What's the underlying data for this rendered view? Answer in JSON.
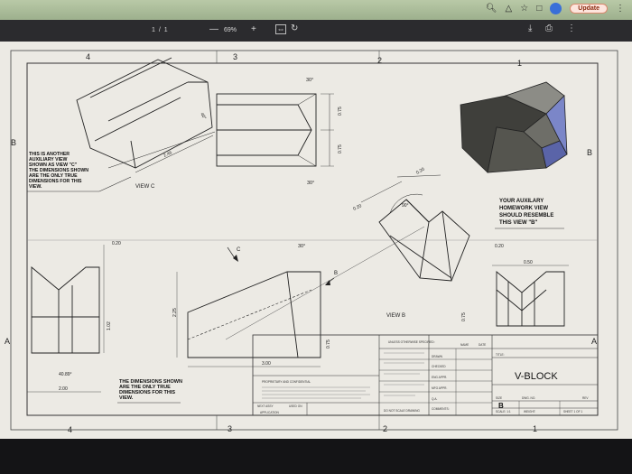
{
  "browser": {
    "update_label": "Update"
  },
  "pdf_toolbar": {
    "page_indicator": "1 / 1",
    "zoom": "69%",
    "minus": "—",
    "plus": "+"
  },
  "drawing": {
    "zone_numbers_top": [
      "4",
      "3",
      "2",
      "1"
    ],
    "zone_numbers_bottom": [
      "4",
      "3",
      "2",
      "1"
    ],
    "zone_letters_left": [
      "B",
      "A"
    ],
    "zone_letters_right": [
      "B",
      "A"
    ],
    "note_view_c": [
      "THIS IS ANOTHER",
      "AUXILIARY VIEW",
      "SHOWN AS VIEW \"C\"",
      "THE DIMENSIONS SHOWN",
      "ARE THE ONLY TRUE",
      "DIMENSIONS FOR THIS",
      "VIEW."
    ],
    "view_c_label": "VIEW C",
    "note_homework": [
      "YOUR AUXILARY",
      "HOMEWORK VIEW",
      "SHOULD RESEMBLE",
      "THIS VIEW \"B\""
    ],
    "note_bottom": [
      "THE DIMENSIONS SHOWN",
      "ARE THE ONLY TRUE",
      "DIMENSIONS FOR THIS",
      "VIEW."
    ],
    "view_b_label": "VIEW B",
    "arrow_c": "C",
    "arrow_b": "B",
    "dims": {
      "d_30_top": "30°",
      "d_075_a": "0.75",
      "d_075_b": "0.75",
      "d_30_mid": "30°",
      "d_246": "2.46",
      "d_020_a": "0.20",
      "d_020_b": "0.20",
      "d_020_c": "0.20",
      "d_90": "90°",
      "d_020_left": "0.20",
      "d_30_front": "30°",
      "d_225": "2.25",
      "d_300": "3.00",
      "d_075_front": "0.75",
      "d_102": "1.02",
      "d_4089": "40.89°",
      "d_200": "2.00",
      "d_050": "0.50",
      "d_075_right": "0.75",
      "d_40_view_c": "40°"
    },
    "title_block": {
      "title": "V-BLOCK",
      "size": "B",
      "size_label": "SIZE",
      "dwg_no_label": "DWG. NO.",
      "rev_label": "REV",
      "scale_label": "SCALE: 1:1",
      "weight_label": "WEIGHT:",
      "sheet_label": "SHEET 1 OF 1",
      "title_label": "TITLE:",
      "name_label": "NAME",
      "date_label": "DATE",
      "drawn_label": "DRAWN",
      "checked_label": "CHECKED",
      "eng_appr_label": "ENG APPR.",
      "mfg_appr_label": "MFG APPR.",
      "qa_label": "Q.A.",
      "comments_label": "COMMENTS:",
      "proprietary_label": "PROPRIETARY AND CONFIDENTIAL",
      "dimensions_label": "UNLESS OTHERWISE SPECIFIED:",
      "next_assy_label": "NEXT ASSY",
      "used_on_label": "USED ON",
      "application_label": "APPLICATION",
      "do_not_scale_label": "DO NOT SCALE DRAWING"
    }
  }
}
